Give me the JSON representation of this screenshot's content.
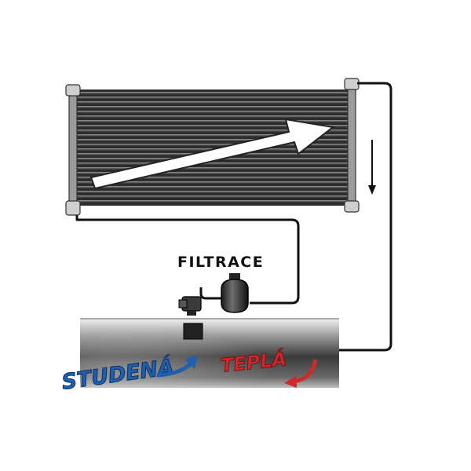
{
  "labels": {
    "filtration": "FILTRACE",
    "cold": "STUDENÁ",
    "warm": "TEPLÁ"
  },
  "colors": {
    "panel_dark": "#2b2b2b",
    "panel_tube": "#8a8a8a",
    "pipe": "#111111",
    "cold_blue": "#1f5fae",
    "warm_red": "#d0282c",
    "pool_dark": "#1a1a1a",
    "pool_light": "#d9d9d9"
  },
  "icons": {
    "flow_arrow": "white-arrow-icon",
    "down_arrow": "down-arrow-icon",
    "cold_arrow": "curved-blue-arrow-icon",
    "warm_arrow": "curved-red-arrow-icon",
    "pump": "pump-icon",
    "filter": "filter-tank-icon"
  }
}
